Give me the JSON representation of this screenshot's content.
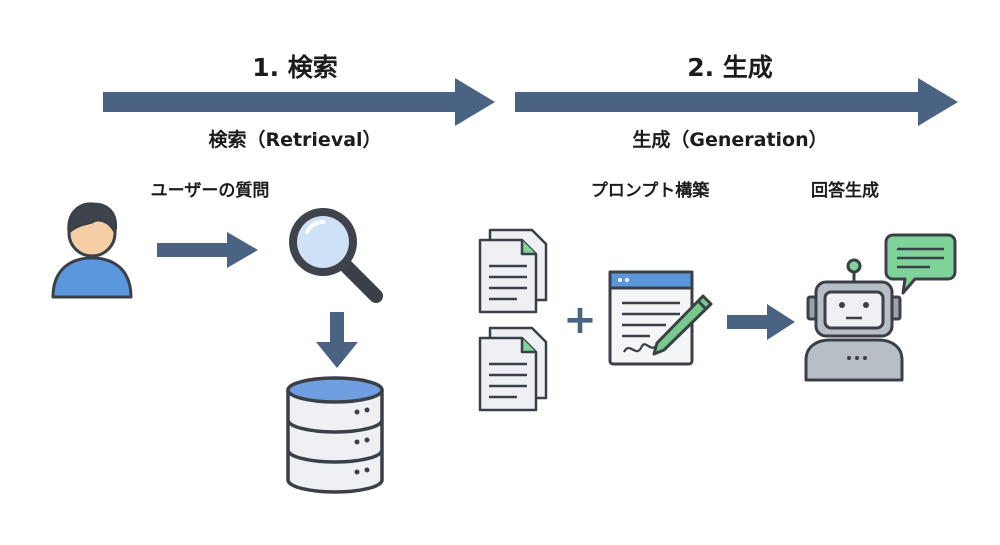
{
  "phases": [
    {
      "title": "1. 検索",
      "subtitle": "検索（Retrieval）"
    },
    {
      "title": "2. 生成",
      "subtitle": "生成（Generation）"
    }
  ],
  "steps": {
    "question": "ユーザーの質問",
    "prompt": "プロンプト構築",
    "answer": "回答生成"
  },
  "operators": {
    "plus": "+"
  },
  "icons": [
    "user-icon",
    "magnifier-icon",
    "database-icon",
    "documents-icon",
    "prompt-editor-icon",
    "robot-icon",
    "speech-bubble-icon"
  ],
  "colors": {
    "arrow": "#4a6382",
    "outline": "#3b4048",
    "user_blue": "#5b97dd",
    "skin": "#f6cfa7",
    "lens_blue": "#cfe1f7",
    "db_top_blue": "#6f9fe0",
    "doc_fill": "#eef0f3",
    "bubble_green": "#7fd39a",
    "pencil_green": "#79c98f",
    "robot_grey": "#b8bec6"
  }
}
